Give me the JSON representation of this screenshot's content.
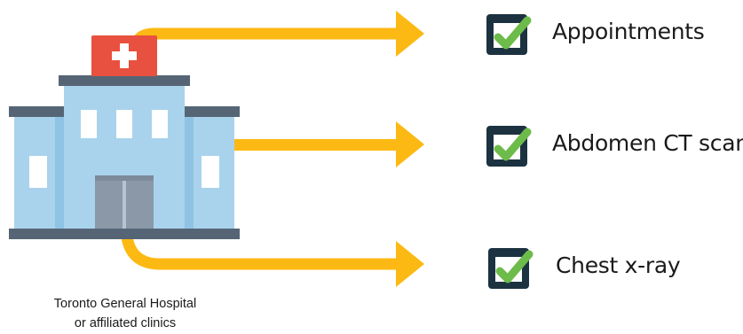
{
  "caption": {
    "line1": "Toronto General Hospital",
    "line2": "or affiliated clinics"
  },
  "items": [
    {
      "label": "Appointments"
    },
    {
      "label": "Abdomen CT scan"
    },
    {
      "label": "Chest x-ray"
    }
  ],
  "icons": {
    "source": "hospital-building-icon",
    "check": "checkbox-checked-icon"
  },
  "colors": {
    "arrow": "#FDB913",
    "cross_box": "#E8503F",
    "building_light": "#A9D3EC",
    "building_mid": "#8FC3E3",
    "building_dark": "#556575",
    "checkbox": "#1C3240",
    "check": "#6DBB4A"
  }
}
